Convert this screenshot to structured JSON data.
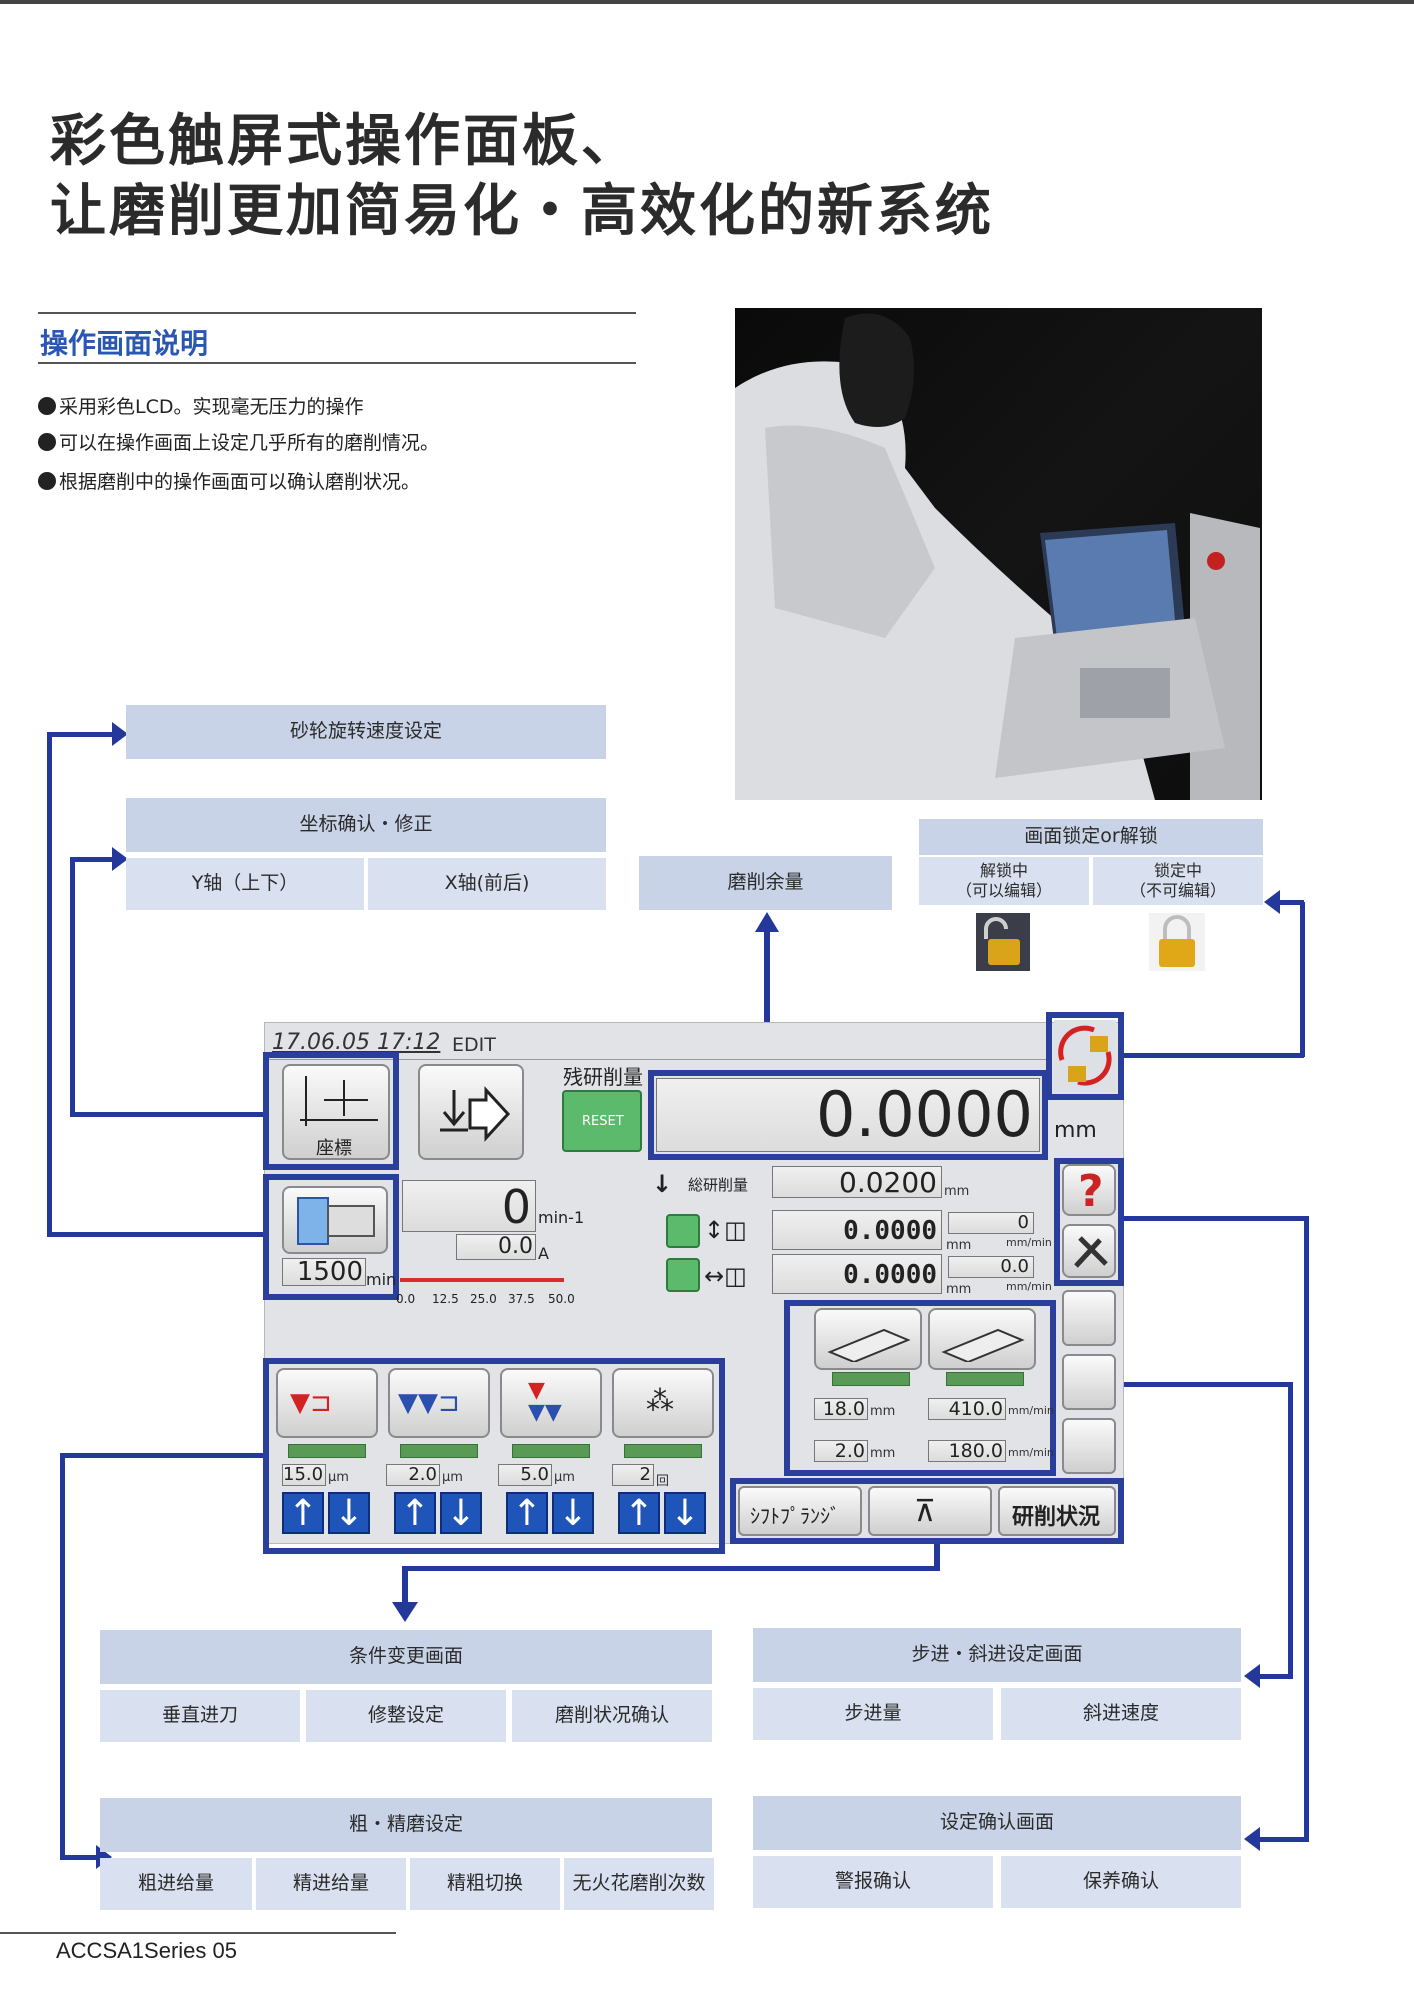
{
  "heading": {
    "line1": "彩色触屏式操作面板、",
    "line2": "让磨削更加简易化・高效化的新系统"
  },
  "section": {
    "title": "操作画面说明",
    "bullets": [
      "采用彩色LCD。实现毫无压力的操作",
      "可以在操作画面上设定几乎所有的磨削情况。",
      "根据磨削中的操作画面可以确认磨削状况。"
    ]
  },
  "labels": {
    "wheel_speed": "砂轮旋转速度设定",
    "coord_confirm": "坐标确认・修正",
    "y_axis": "Y轴（上下）",
    "x_axis": "X轴(前后)",
    "remaining": "磨削余量",
    "lock_title": "画面锁定or解锁",
    "unlocked_1": "解锁中",
    "unlocked_2": "（可以编辑）",
    "locked_1": "锁定中",
    "locked_2": "（不可编辑）",
    "cond_change": "条件变更画面",
    "vertical_feed": "垂直进刀",
    "dress_setting": "修整设定",
    "grind_status_confirm": "磨削状况确认",
    "step_setting": "步进・斜进设定画面",
    "step_amount": "步进量",
    "oblique_speed": "斜进速度",
    "rough_fine": "粗・精磨设定",
    "rough_feed": "粗进给量",
    "fine_feed": "精进给量",
    "rough_fine_switch": "精粗切换",
    "sparkout": "无火花磨削次数",
    "setting_confirm": "设定确认画面",
    "alarm_confirm": "警报确认",
    "maintenance_confirm": "保养确认"
  },
  "screen": {
    "datetime": "17.06.05 17:12",
    "mode": "EDIT",
    "coord_label": "座標",
    "remaining_label": "残研削量",
    "reset": "RESET",
    "remaining_value": "0.0000",
    "remaining_unit": "mm",
    "total_label": "総研削量",
    "total_value": "0.0200",
    "total_unit": "mm",
    "spindle_rpm": "0",
    "spindle_unit": "min-1",
    "load_value": "0.0",
    "load_unit": "A",
    "wheel_speed_value": "1500",
    "wheel_speed_unit": "min",
    "scale_ticks": [
      "0.0",
      "12.5",
      "25.0",
      "37.5",
      "50.0"
    ],
    "y_value": "0.0000",
    "y_rate": "0",
    "x_value": "0.0000",
    "x_rate": "0.0",
    "mm": "mm",
    "mm_min": "mm/min",
    "step1_val": "18.0",
    "step1_unit": "mm",
    "step2_val": "2.0",
    "step2_unit": "mm",
    "obl1_val": "410.0",
    "obl1_unit": "mm/min",
    "obl2_val": "180.0",
    "obl2_unit": "mm/min",
    "rough_val": "15.0",
    "fine_val": "2.0",
    "dress_val": "5.0",
    "um": "μm",
    "spark_val": "2",
    "spark_unit": "回",
    "shift_flange": "ｼﾌﾄﾌﾟﾗﾝｼﾞ",
    "grind_status": "研削状況"
  },
  "footer": "ACCSA1Series 05"
}
